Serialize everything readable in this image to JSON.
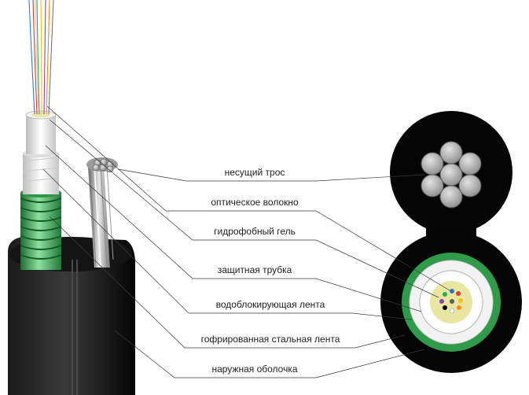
{
  "labels": {
    "messenger_wire": "несущий трос",
    "optical_fiber": "оптическое волокно",
    "hydrophobic_gel": "гидрофобный гель",
    "protective_tube": "защитная трубка",
    "water_blocking_tape": "водоблокирующая лента",
    "corrugated_steel_tape": "гофрированная стальная лента",
    "outer_sheath": "наружная оболочка"
  },
  "colors": {
    "sheath": "#0a0a0a",
    "steel_wire": "#b8b8b8",
    "armor_green": "#3aa85a",
    "tube_white": "#eeeeee",
    "gel_yellow": "#e9e6a2",
    "leader_line": "#3a3a3a"
  },
  "fiber_colors": [
    "#2a7de1",
    "#e23b2e",
    "#2fa84f",
    "#f1c40f",
    "#8e44ad",
    "#ff8c1a",
    "#000000",
    "#ffffff"
  ]
}
